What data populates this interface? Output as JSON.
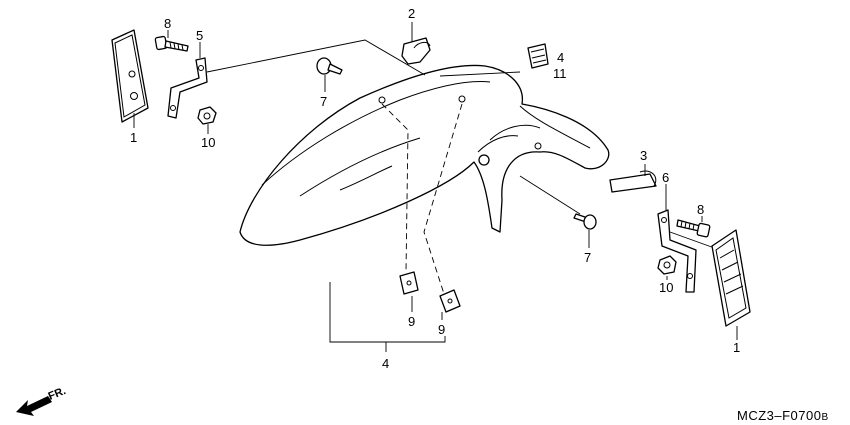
{
  "callouts": {
    "c1_left": "1",
    "c8_left": "8",
    "c5": "5",
    "c2": "2",
    "c4_top": "4",
    "c11": "11",
    "c7_left": "7",
    "c10_left": "10",
    "c3": "3",
    "c6": "6",
    "c8_right": "8",
    "c7_right": "7",
    "c10_right": "10",
    "c1_right": "1",
    "c9_left": "9",
    "c9_right": "9",
    "c4_bottom": "4"
  },
  "front_indicator": "FR.",
  "diagram_code": "MCZ3–F0700",
  "diagram_code_suffix": "B",
  "colors": {
    "line": "#000000",
    "background": "#ffffff"
  }
}
